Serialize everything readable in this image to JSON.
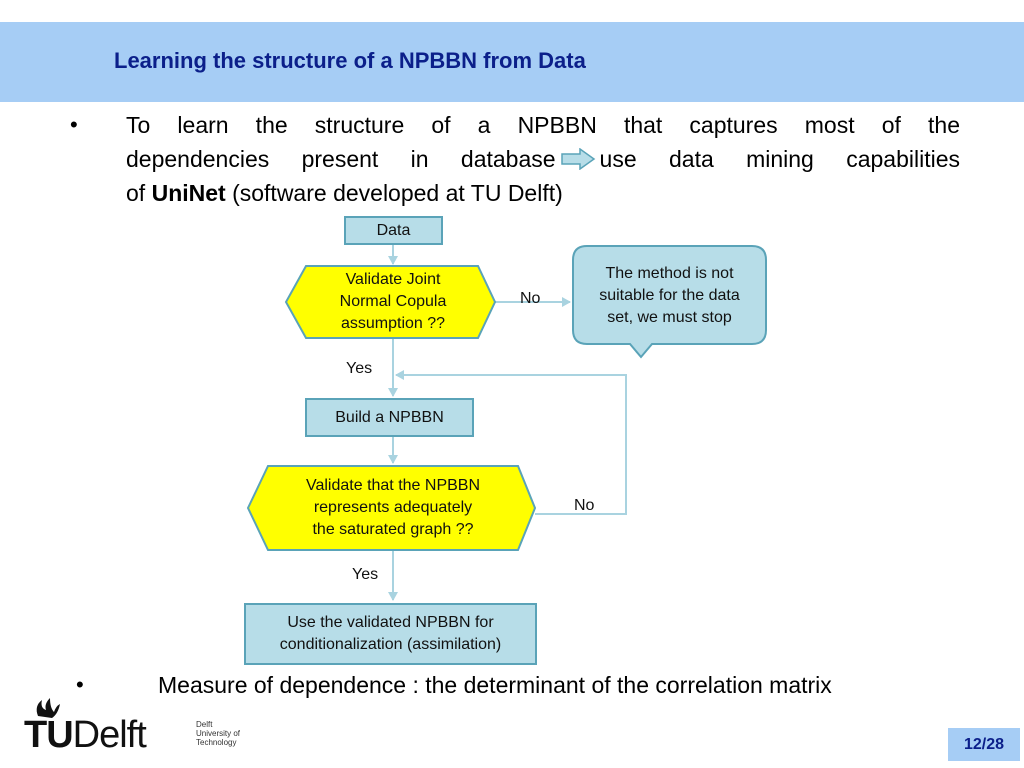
{
  "slide": {
    "title": "Learning the structure of a NPBBN from Data",
    "bullet_symbol": "•",
    "bullet1": {
      "line1": "To learn the structure of a NPBBN that captures most of the",
      "line2_a": "dependencies present in database",
      "line2_b": "use data mining capabilities",
      "line3_a": "of ",
      "line3_bold": "UniNet",
      "line3_b": " (software developed at TU Delft)"
    },
    "bullet2": "Measure of dependence : the determinant of the correlation matrix",
    "page": "12/28"
  },
  "flowchart": {
    "data": "Data",
    "validate_copula": [
      "Validate Joint",
      "Normal Copula",
      "assumption ??"
    ],
    "stop": [
      "The method is not",
      "suitable for the data",
      "set, we must stop"
    ],
    "build": "Build a NPBBN",
    "validate_npbbn": [
      "Validate that the NPBBN",
      "represents adequately",
      "the saturated graph ??"
    ],
    "use": [
      "Use the validated NPBBN for",
      "conditionalization (assimilation)"
    ],
    "no1": "No",
    "yes1": "Yes",
    "no2": "No",
    "yes2": "Yes"
  },
  "logo": {
    "wordmark_a": "TU",
    "wordmark_b": "Delft",
    "tagline": [
      "Delft",
      "University of",
      "Technology"
    ]
  },
  "colors": {
    "header": "#a6cdf5",
    "title": "#0b1f8a",
    "box_fill": "#b7dde8",
    "box_stroke": "#5aa3b8",
    "decision_fill": "#ffff00",
    "decision_stroke": "#5aa3b8",
    "arrow": "#a9d3e0",
    "logo_blue": "#00a6d6"
  }
}
